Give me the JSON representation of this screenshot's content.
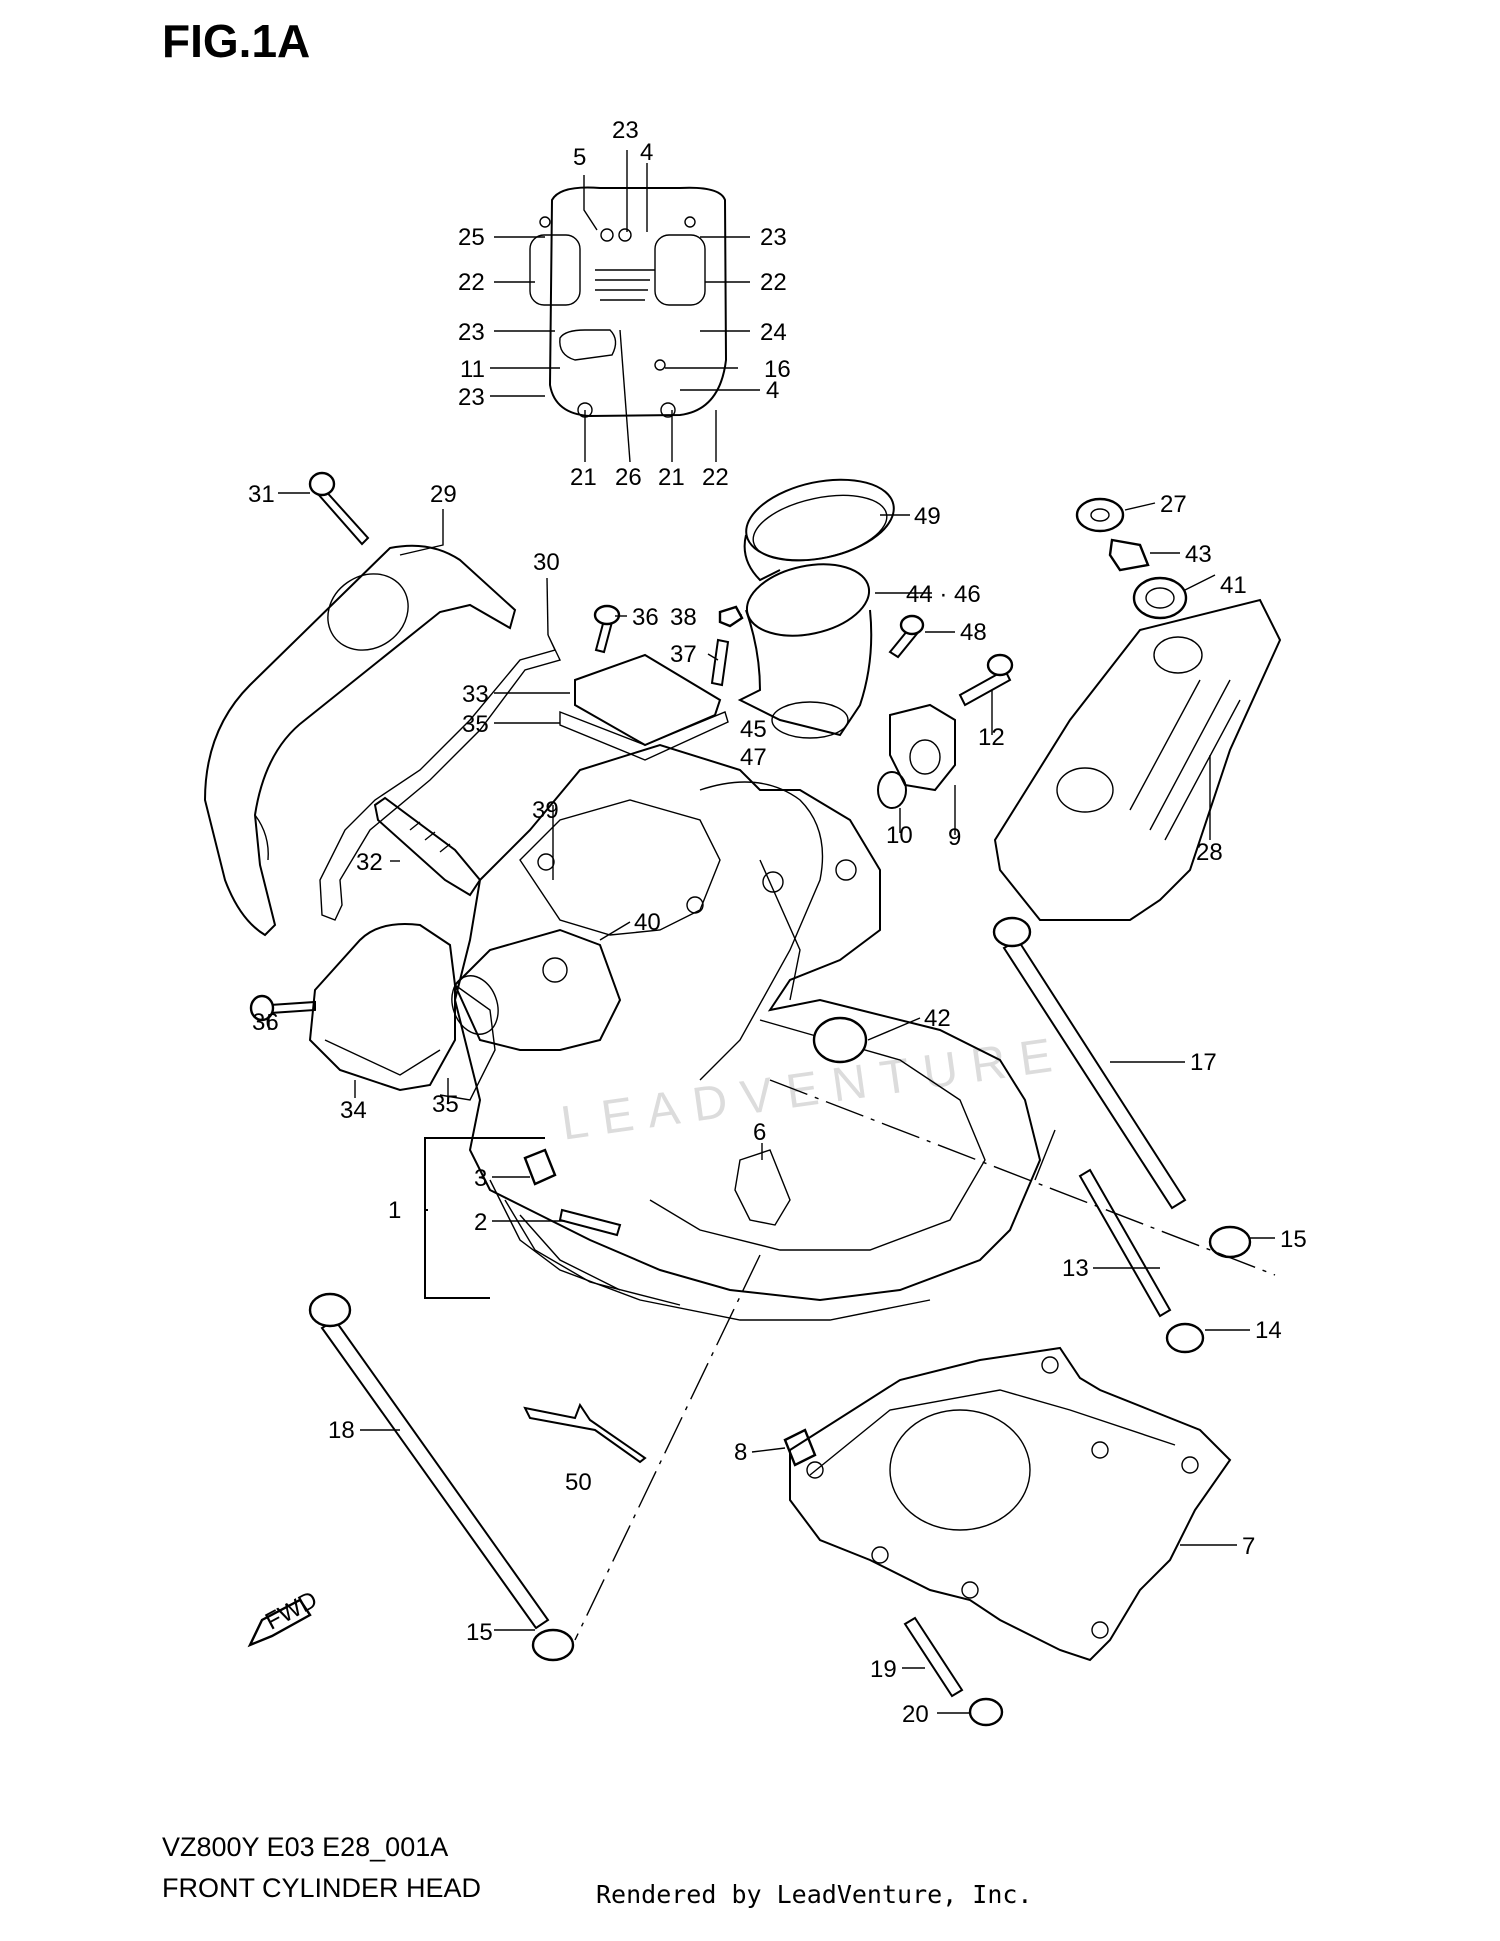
{
  "figure": {
    "title": "FIG.1A",
    "code": "VZ800Y E03 E28_001A",
    "name": "FRONT CYLINDER HEAD",
    "rendered_by": "Rendered by LeadVenture, Inc.",
    "watermark": "LEADVENTURE",
    "fwd_label": "FWD"
  },
  "labels": [
    {
      "id": "l23a",
      "text": "23"
    },
    {
      "id": "l4a",
      "text": "4"
    },
    {
      "id": "l5",
      "text": "5"
    },
    {
      "id": "l25",
      "text": "25"
    },
    {
      "id": "l23b",
      "text": "23"
    },
    {
      "id": "l22a",
      "text": "22"
    },
    {
      "id": "l22b",
      "text": "22"
    },
    {
      "id": "l23c",
      "text": "23"
    },
    {
      "id": "l24",
      "text": "24"
    },
    {
      "id": "l11",
      "text": "11"
    },
    {
      "id": "l16",
      "text": "16"
    },
    {
      "id": "l23d",
      "text": "23"
    },
    {
      "id": "l4b",
      "text": "4"
    },
    {
      "id": "l21a",
      "text": "21"
    },
    {
      "id": "l26",
      "text": "26"
    },
    {
      "id": "l21b",
      "text": "21"
    },
    {
      "id": "l22c",
      "text": "22"
    },
    {
      "id": "l31",
      "text": "31"
    },
    {
      "id": "l29",
      "text": "29"
    },
    {
      "id": "l49",
      "text": "49"
    },
    {
      "id": "l27",
      "text": "27"
    },
    {
      "id": "l43",
      "text": "43"
    },
    {
      "id": "l41",
      "text": "41"
    },
    {
      "id": "l30",
      "text": "30"
    },
    {
      "id": "l4446",
      "text": "44 · 46"
    },
    {
      "id": "l36a",
      "text": "36"
    },
    {
      "id": "l38",
      "text": "38"
    },
    {
      "id": "l48",
      "text": "48"
    },
    {
      "id": "l37",
      "text": "37"
    },
    {
      "id": "l33",
      "text": "33"
    },
    {
      "id": "l35a",
      "text": "35"
    },
    {
      "id": "l45",
      "text": "45"
    },
    {
      "id": "l47",
      "text": "47"
    },
    {
      "id": "l12",
      "text": "12"
    },
    {
      "id": "l39",
      "text": "39"
    },
    {
      "id": "l10",
      "text": "10"
    },
    {
      "id": "l9",
      "text": "9"
    },
    {
      "id": "l28",
      "text": "28"
    },
    {
      "id": "l32",
      "text": "32"
    },
    {
      "id": "l40",
      "text": "40"
    },
    {
      "id": "l36b",
      "text": "36"
    },
    {
      "id": "l42",
      "text": "42"
    },
    {
      "id": "l17",
      "text": "17"
    },
    {
      "id": "l34",
      "text": "34"
    },
    {
      "id": "l35b",
      "text": "35"
    },
    {
      "id": "l6",
      "text": "6"
    },
    {
      "id": "l3",
      "text": "3"
    },
    {
      "id": "l1",
      "text": "1"
    },
    {
      "id": "l2",
      "text": "2"
    },
    {
      "id": "l15a",
      "text": "15"
    },
    {
      "id": "l13",
      "text": "13"
    },
    {
      "id": "l14",
      "text": "14"
    },
    {
      "id": "l18",
      "text": "18"
    },
    {
      "id": "l8",
      "text": "8"
    },
    {
      "id": "l50",
      "text": "50"
    },
    {
      "id": "l7",
      "text": "7"
    },
    {
      "id": "l15b",
      "text": "15"
    },
    {
      "id": "l19",
      "text": "19"
    },
    {
      "id": "l20",
      "text": "20"
    }
  ]
}
